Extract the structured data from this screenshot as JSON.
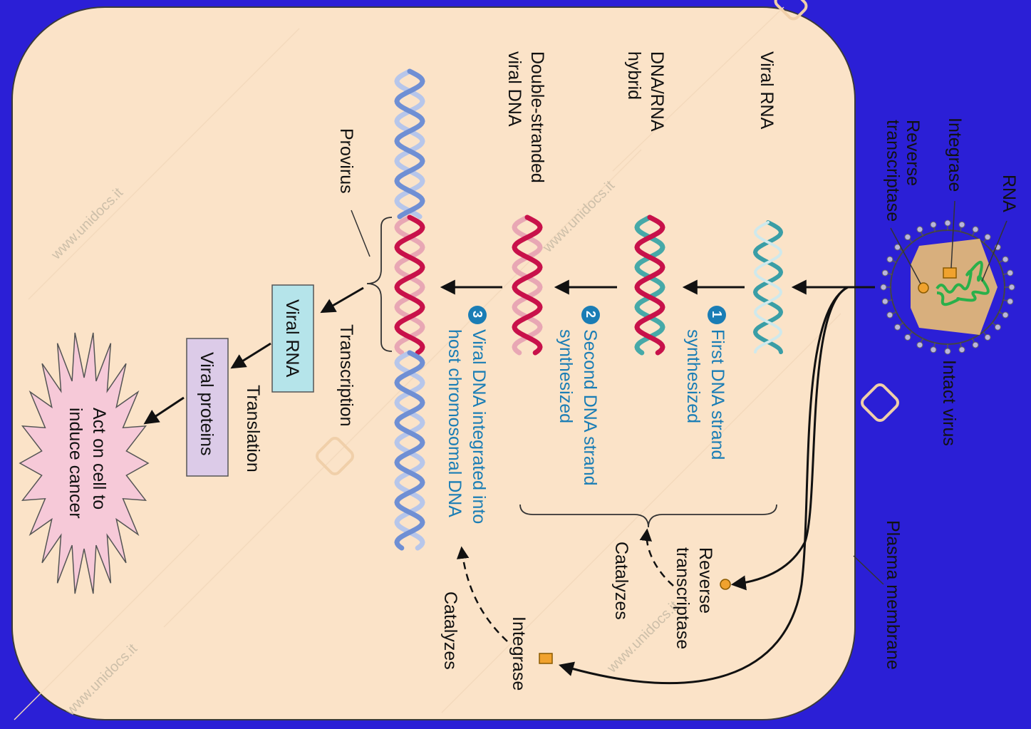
{
  "colors": {
    "background": "#2b1fd6",
    "cell": "#fbe3c8",
    "step_text": "#1a7db5",
    "viral_rna_box": "#b5e4ea",
    "viral_proteins_box": "#dccbe8",
    "cancer_burst": "#f6c9d8",
    "enzyme": "#f0a22e",
    "rna_strand": "#2ab04a",
    "viral_dna_strand": "#c8114a",
    "host_dna_strand": "#6f8fd4"
  },
  "labels": {
    "rna": "RNA",
    "integrase_top": "Integrase",
    "reverse_top": "Reverse",
    "transcriptase_top": "transcriptase",
    "intact_virus": "Intact virus",
    "plasma_membrane": "Plasma membrane",
    "viral_rna_row": "Viral RNA",
    "dna_rna_1": "DNA/RNA",
    "dna_rna_2": "hybrid",
    "ds_1": "Double-stranded",
    "ds_2": "viral DNA",
    "provirus": "Provirus",
    "transcription": "Transcription",
    "translation": "Translation",
    "reverse_lower": "Reverse",
    "transcriptase_lower": "transcriptase",
    "catalyzes_1": "Catalyzes",
    "integrase_lower": "Integrase",
    "catalyzes_2": "Catalyzes",
    "watermark": "www.unidocs.it"
  },
  "steps": [
    {
      "num": "1",
      "line1": "First DNA strand",
      "line2": "synthesized"
    },
    {
      "num": "2",
      "line1": "Second DNA strand",
      "line2": "synthesized"
    },
    {
      "num": "3",
      "line1": "Viral DNA integrated into",
      "line2": "host chromosomal DNA"
    }
  ],
  "boxes": {
    "viral_rna": "Viral RNA",
    "viral_proteins": "Viral proteins",
    "cancer_1": "Act on cell to",
    "cancer_2": "induce cancer"
  }
}
